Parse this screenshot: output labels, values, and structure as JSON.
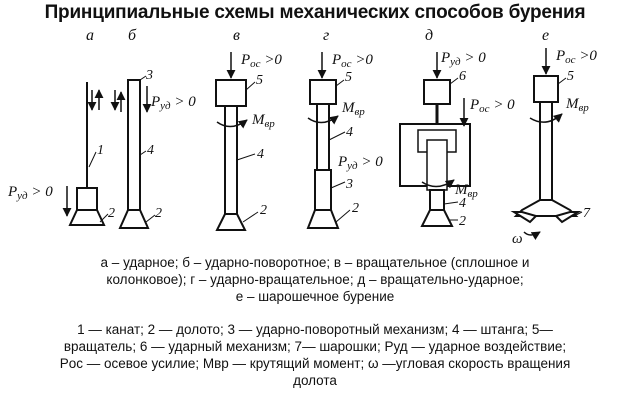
{
  "title": "Принципиальные схемы механических способов бурения",
  "variants": {
    "a": "а",
    "b": "б",
    "v": "в",
    "g": "г",
    "d": "д",
    "e": "е"
  },
  "labels": {
    "p_ud": "P",
    "p_ud_sub": "уд",
    "p_oc": "P",
    "p_oc_sub": "ос",
    "gt0": " > 0",
    "gt0_tight": " >0",
    "m": "M",
    "m_sub": "вр",
    "omega": "ω"
  },
  "numbers": {
    "n1": "1",
    "n2": "2",
    "n3": "3",
    "n4": "4",
    "n5": "5",
    "n6": "6",
    "n7": "7"
  },
  "caption_methods": [
    "а – ударное; б – ударно-поворотное; в – вращательное (сплошное и",
    "колонковое); г – ударно-вращательное; д – вращательно-ударное;",
    "е – шарошечное бурение"
  ],
  "caption_legend": [
    "1 — канат; 2 — долото; 3 — ударно-поворотный механизм; 4 — штанга; 5—",
    "вращатель; 6 — ударный механизм; 7— шарошки; Pуд — ударное воздействие;",
    "Pос — осевое усилие; Mвр — крутящий момент; ω —угловая скорость вращения",
    "долота"
  ]
}
